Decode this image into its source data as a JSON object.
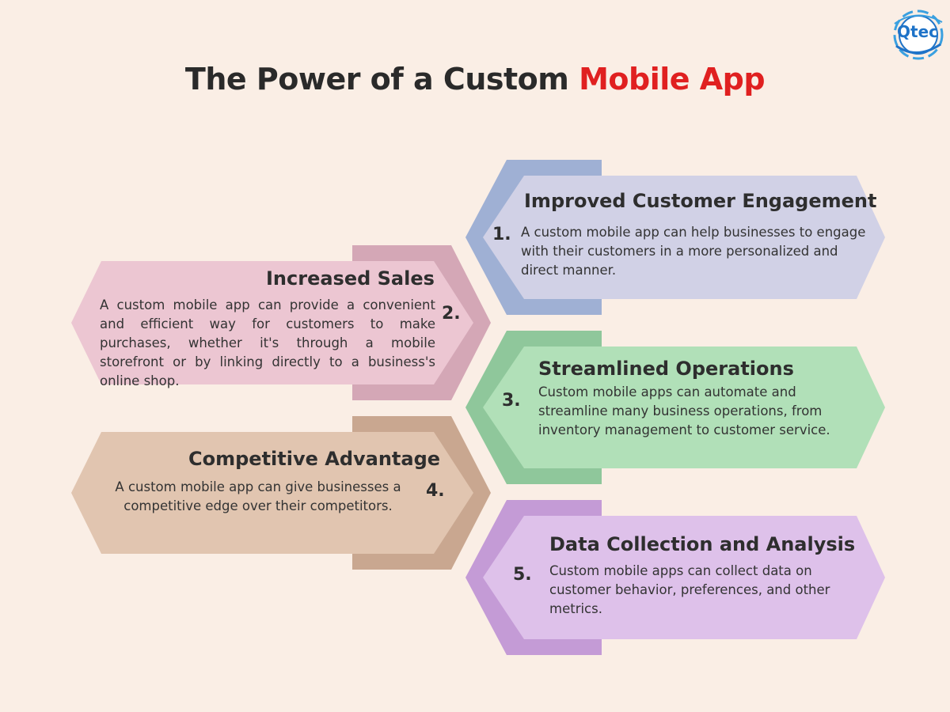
{
  "title": {
    "main": "The Power of a Custom",
    "accent": "Mobile App"
  },
  "logo": {
    "text": "Qtec"
  },
  "colors": {
    "background": "#faeee5",
    "accent": "#e02020",
    "card1_front": "#d1d1e6",
    "card1_back": "#9fb0d4",
    "card2_front": "#ecc6d2",
    "card2_back": "#d4a7b6",
    "card3_front": "#b1e0b8",
    "card3_back": "#8fc79b",
    "card4_front": "#e1c5b0",
    "card4_back": "#c9a790",
    "card5_front": "#dec1ea",
    "card5_back": "#c49bd6"
  },
  "items": [
    {
      "number": "1.",
      "title": "Improved Customer Engagement",
      "description": "A custom mobile app can help businesses to engage with their customers in a more personalized and direct manner."
    },
    {
      "number": "2.",
      "title": "Increased Sales",
      "description": "A custom mobile app can provide a convenient and efficient way for customers to make purchases, whether it's through a mobile storefront or by linking directly to a business's online shop."
    },
    {
      "number": "3.",
      "title": "Streamlined Operations",
      "description": "Custom mobile apps can automate and streamline many business operations, from inventory management to customer service."
    },
    {
      "number": "4.",
      "title": "Competitive Advantage",
      "description": "A custom mobile app can give businesses a competitive edge over their competitors."
    },
    {
      "number": "5.",
      "title": "Data Collection and Analysis",
      "description": "Custom mobile apps can collect data on customer behavior, preferences, and other metrics."
    }
  ]
}
